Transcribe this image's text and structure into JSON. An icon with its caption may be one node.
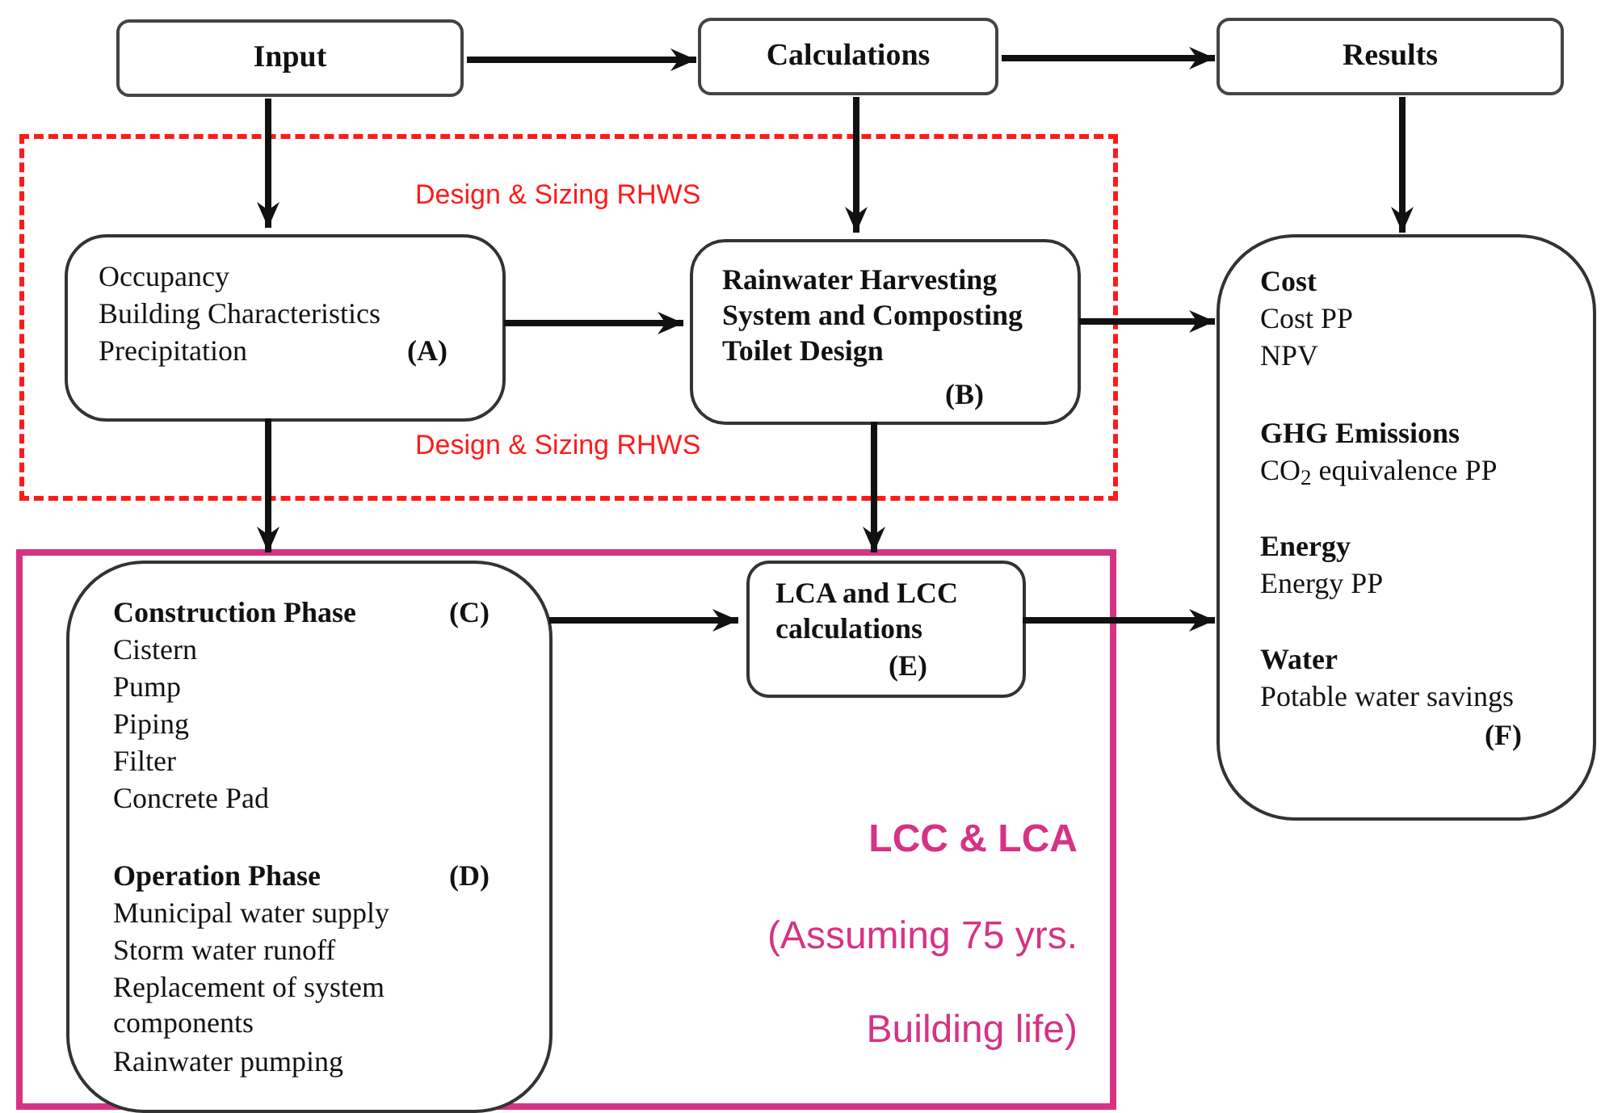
{
  "diagram": {
    "nodes": [
      {
        "text": [
          "Input"
        ]
      },
      {
        "text": [
          "Calculations"
        ]
      },
      {
        "text": [
          "Results"
        ]
      },
      {
        "text": [
          "Design & Sizing RHWS",
          "Design & Sizing RHWS"
        ]
      },
      {
        "text": [
          "Occupancy",
          "Building Characteristics",
          "Precipitation",
          "(A)"
        ],
        "in": 3
      },
      {
        "text": [
          "Rainwater Harvesting System and Composting Toilet Design",
          "(B)"
        ],
        "in": 3
      },
      {
        "text": [
          "LCC & LCA",
          "(Assuming 75 yrs.",
          "Building life)"
        ]
      },
      {
        "text": [
          "Construction Phase",
          "(C)",
          "Cistern",
          "Pump",
          "Piping",
          "Filter",
          "Concrete Pad",
          "Operation Phase",
          "(D)",
          "Municipal water supply",
          "Storm water runoff",
          "Replacement of system components",
          "Rainwater pumping"
        ],
        "in": 6
      },
      {
        "text": [
          "LCA and LCC calculations",
          "(E)"
        ],
        "in": 6
      },
      {
        "text": [
          "Cost",
          "Cost PP",
          "NPV",
          "GHG Emissions",
          "CO$_{2}$ equivalence PP",
          "Energy",
          "Energy PP",
          "Water",
          "Potable water savings",
          "(F)"
        ]
      }
    ],
    "edges": [
      {
        "from": 0,
        "to": 1,
        "arrow": "to"
      },
      {
        "from": 1,
        "to": 2,
        "arrow": "to"
      },
      {
        "from": 0,
        "to": 4,
        "arrow": "to"
      },
      {
        "from": 1,
        "to": 5,
        "arrow": "to"
      },
      {
        "from": 2,
        "to": 9,
        "arrow": "to"
      },
      {
        "from": 4,
        "to": 5,
        "arrow": "to"
      },
      {
        "from": 5,
        "to": 9,
        "arrow": "to"
      },
      {
        "from": 4,
        "to": 7,
        "arrow": "to"
      },
      {
        "from": 5,
        "to": 8,
        "arrow": "to"
      },
      {
        "from": 7,
        "to": 8,
        "arrow": "to"
      },
      {
        "from": 8,
        "to": 9,
        "arrow": "to"
      }
    ]
  }
}
